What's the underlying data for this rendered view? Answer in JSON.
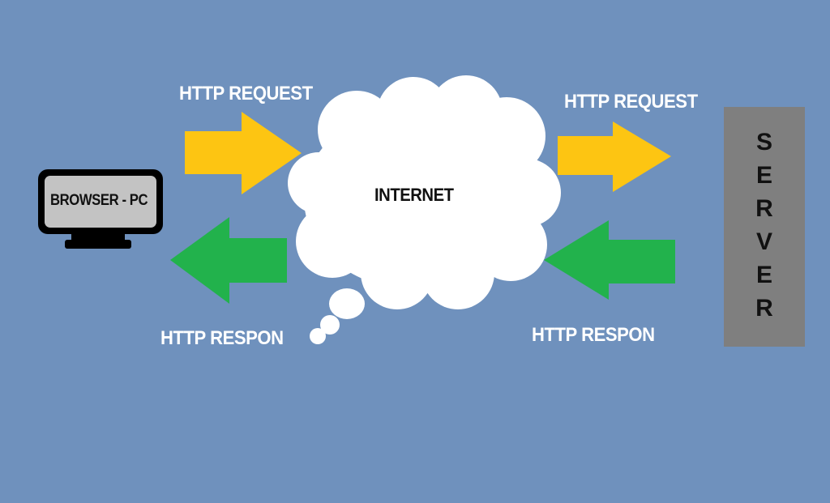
{
  "labels": {
    "request_left": "HTTP REQUEST",
    "request_right": "HTTP REQUEST",
    "response_left": "HTTP RESPON",
    "response_right": "HTTP RESPON",
    "internet": "INTERNET",
    "browser": "BROWSER - PC"
  },
  "server": {
    "letters": [
      "S",
      "E",
      "R",
      "V",
      "E",
      "R"
    ]
  },
  "colors": {
    "background": "#6f91bd",
    "request_arrow": "#fdc512",
    "response_arrow": "#22b24c",
    "cloud": "#ffffff",
    "server_box": "#7f7f7f",
    "monitor_screen": "#c3c3c3",
    "monitor_frame": "#000000"
  },
  "icons": {
    "browser": "monitor-icon",
    "internet": "cloud-icon",
    "server": "server-box"
  }
}
